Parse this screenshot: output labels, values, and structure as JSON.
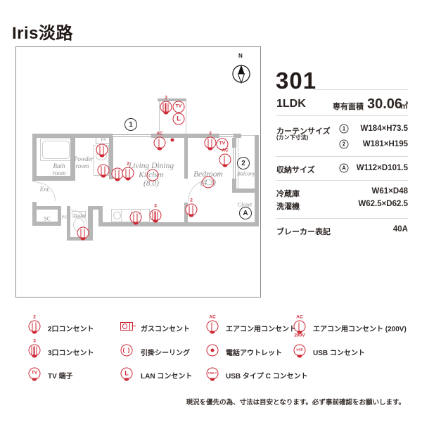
{
  "title": "Iris淡路",
  "unit": {
    "number": "301",
    "layout": "1LDK",
    "area_label": "専有面積",
    "area_value": "30.06",
    "area_unit": "㎡",
    "curtain": {
      "label": "カーテンサイズ",
      "sublabel": "(カン下寸法)",
      "rows": [
        {
          "marker": "1",
          "value": "W184×H73.5"
        },
        {
          "marker": "2",
          "value": "W181×H195"
        }
      ]
    },
    "storage": {
      "label": "収納サイズ",
      "marker": "A",
      "value": "W112×D101.5"
    },
    "fridge": {
      "label": "冷蔵庫",
      "value": "W61×D48"
    },
    "washer": {
      "label": "洗濯機",
      "value": "W62.5×D62.5"
    },
    "breaker": {
      "label": "ブレーカー表記",
      "value": "40A"
    }
  },
  "plan": {
    "compass": "N",
    "rooms": {
      "bath1": "Bath",
      "bath2": "room",
      "powder1": "Powder",
      "powder2": "room",
      "ent": "Ent.",
      "sc": "SC",
      "ps": "PS",
      "ps2": "PS",
      "toilet": "Toilet",
      "ldk1": "Living Dining",
      "ldk2": "Kitchen",
      "ldk3": "(8.0)",
      "bedroom": "Bedroom",
      "bedroom_size": "(4.3)",
      "balcony": "Balcony",
      "closet": "Closet"
    },
    "markers": {
      "m1": "1",
      "m2": "2",
      "mA": "A"
    },
    "tags": {
      "n2": "2",
      "n3": "3",
      "ac": "AC",
      "v200": "200V"
    },
    "icon_text": {
      "tv": "TV",
      "lan": "L",
      "ceiling": "( )",
      "usb": "USB",
      "usbc": "USB-C"
    }
  },
  "legend": {
    "items": [
      {
        "icon": "outlet-2",
        "label": "2口コンセント"
      },
      {
        "icon": "outlet-3",
        "label": "3口コンセント"
      },
      {
        "icon": "tv-terminal",
        "label": "TV 端子"
      },
      {
        "icon": "gas-outlet",
        "label": "ガスコンセント"
      },
      {
        "icon": "ceiling-rose",
        "label": "引掛シーリング"
      },
      {
        "icon": "lan-outlet",
        "label": "LAN コンセント"
      },
      {
        "icon": "ac-outlet",
        "label": "エアコン用コンセント"
      },
      {
        "icon": "phone-outlet",
        "label": "電話アウトレット"
      },
      {
        "icon": "usb-c-outlet",
        "label": "USB タイプ C コンセント"
      },
      {
        "icon": "ac-outlet-200v",
        "label": "エアコン用コンセント (200V)"
      },
      {
        "icon": "usb-outlet",
        "label": "USB コンセント"
      }
    ]
  },
  "footer": "現況を優先の為、寸法は目安となります。必ず事前確認をお願いします。"
}
